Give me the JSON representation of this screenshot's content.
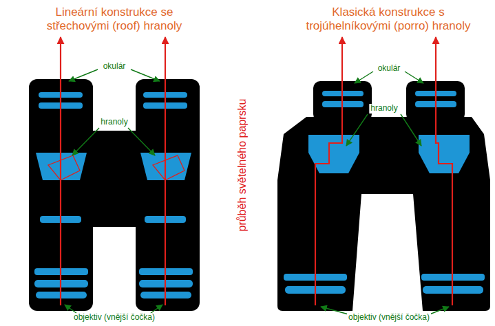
{
  "diagram": {
    "labels": [
      "Lineární konstrukce se střechovými (roof) hranoly",
      "okulár",
      "hranoly",
      "objektiv (vnější čočka)",
      "Klasická konstrukce s trojúhelníkovými (porro) hranoly",
      "okulár",
      "hranoly",
      "objektiv (vnější čočka)",
      "průběh světelného paprsku"
    ]
  }
}
